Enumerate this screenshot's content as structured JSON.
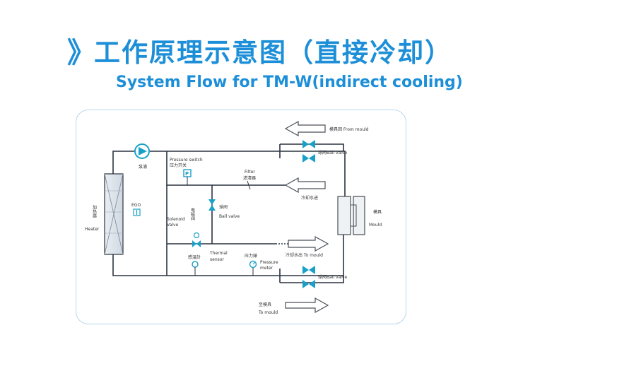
{
  "header": {
    "chevron": "》",
    "title_cn": "工作原理示意图（直接冷却）",
    "title_en": "System Flow for TM-W(indirect cooling)"
  },
  "labels": {
    "from_mould": "模具回 From mould",
    "ball_valve_top": "球阀Ball valve",
    "pump": "泵浦",
    "pressure_switch_en": "Pressure switch",
    "pressure_switch_cn": "压力开关",
    "filter_en": "Filter",
    "filter_cn": "滤清器",
    "cooling_water_in": "冷却水进",
    "egol": "EGO",
    "heater_cn": "加热器",
    "heater_en": "Heater",
    "solenoid_en": "Solenoid",
    "solenoid_valve_en": "Valve",
    "solenoid_cn": "电磁阀",
    "ball_valve_mid_cn": "球阀",
    "ball_valve_mid_en": "Ball valve",
    "mould_cn": "模具",
    "mould_en": "Mould",
    "cooling_water_out": "冷却水出 To mould",
    "thermal_cn": "感温計",
    "thermal_en1": "Thermal",
    "thermal_en2": "sensor",
    "pressure_meter_cn": "压力錶",
    "pressure_meter_en1": "Pressure",
    "pressure_meter_en2": "meter",
    "ball_valve_bottom": "球阀Ball valve",
    "to_mould_cn": "至模具",
    "to_mould_en": "To mould"
  },
  "colors": {
    "title": "#1d8fd8",
    "panel_border": "#b7d7ef",
    "pipe": "#2b3340",
    "valve": "#1aa0c8",
    "arrow_fill": "#ffffff",
    "arrow_stroke": "#4a4f57"
  }
}
